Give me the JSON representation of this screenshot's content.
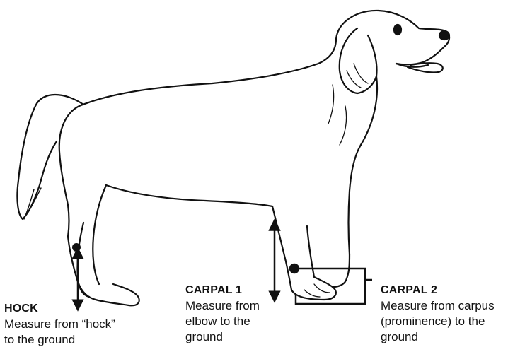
{
  "labels": {
    "hock": {
      "title": "HOCK",
      "lines": [
        "Measure from “hock”",
        "to the ground"
      ]
    },
    "carpal1": {
      "title": "CARPAL 1",
      "lines": [
        "Measure from",
        "elbow to the",
        "ground"
      ]
    },
    "carpal2": {
      "title": "CARPAL 2",
      "lines": [
        "Measure from carpus",
        "(prominence) to the",
        "ground"
      ]
    }
  },
  "colors": {
    "ink": "#111111",
    "background": "#ffffff"
  }
}
